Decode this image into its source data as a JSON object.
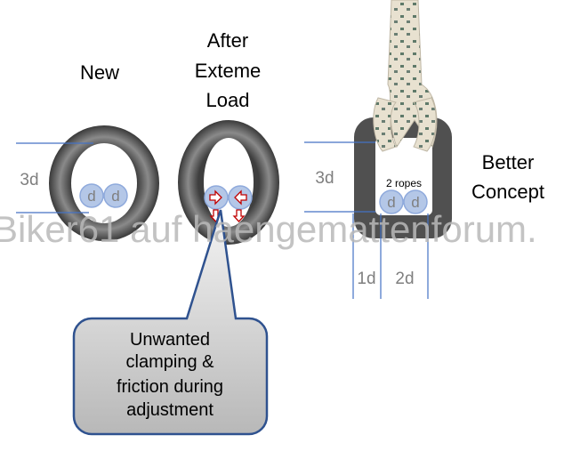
{
  "labels": {
    "new": "New",
    "after1": "After",
    "after2": "Exteme",
    "after3": "Load",
    "better1": "Better",
    "better2": "Concept"
  },
  "dims": {
    "left_3d": "3d",
    "right_3d": "3d",
    "one_d": "1d",
    "two_d": "2d",
    "d": "d",
    "two_ropes": "2 ropes"
  },
  "watermark": "Biker61 auf haengemattenforum.",
  "callout": {
    "line1": "Unwanted",
    "line2": "clamping &",
    "line3": "friction during",
    "line4": "adjustment"
  },
  "colors": {
    "ring": "#5a5a5a",
    "rope_circle": "#b4c7e7",
    "line": "#4472c4",
    "callout_border": "#2f528f",
    "arrow": "#c00000"
  }
}
